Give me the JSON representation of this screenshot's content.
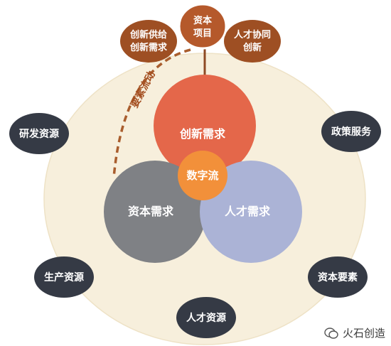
{
  "center": {
    "top_label": "创新需求",
    "left_label": "资本需求",
    "right_label": "人才需求",
    "core_label": "数字流"
  },
  "top_nodes": {
    "middle": [
      "资本",
      "项目"
    ],
    "left": [
      "创新供给",
      "创新需求"
    ],
    "right": [
      "人才协同",
      "创新"
    ]
  },
  "flow_label": "要素流动",
  "outer_nodes": {
    "upper_left": "研发资源",
    "upper_right": "政策服务",
    "lower_left": "生产资源",
    "lower_right": "资本要素",
    "bottom": "人才资源"
  },
  "watermark": "火石创造",
  "colors": {
    "ring": "#f7efdc",
    "top_circle": "#e4674a",
    "left_circle": "#7f8185",
    "right_circle": "#abb3d6",
    "core": "#f2903a",
    "dark_node": "#353a45",
    "brown_node": "#9e4f23",
    "dashed_line": "#a95d2d"
  }
}
